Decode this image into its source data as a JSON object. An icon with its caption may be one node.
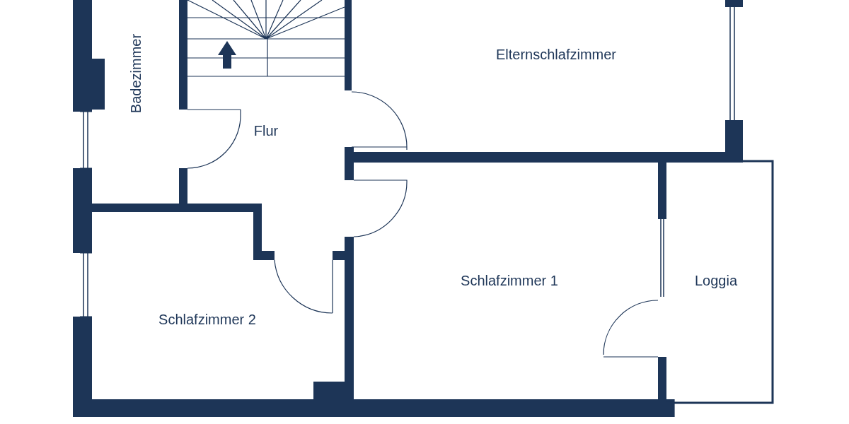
{
  "diagram": {
    "labels": [
      "Badezimmer",
      "Elternschlafzimmer",
      "Flur",
      "Schlafzimmer 1",
      "Loggia",
      "Schlafzimmer 2"
    ]
  }
}
